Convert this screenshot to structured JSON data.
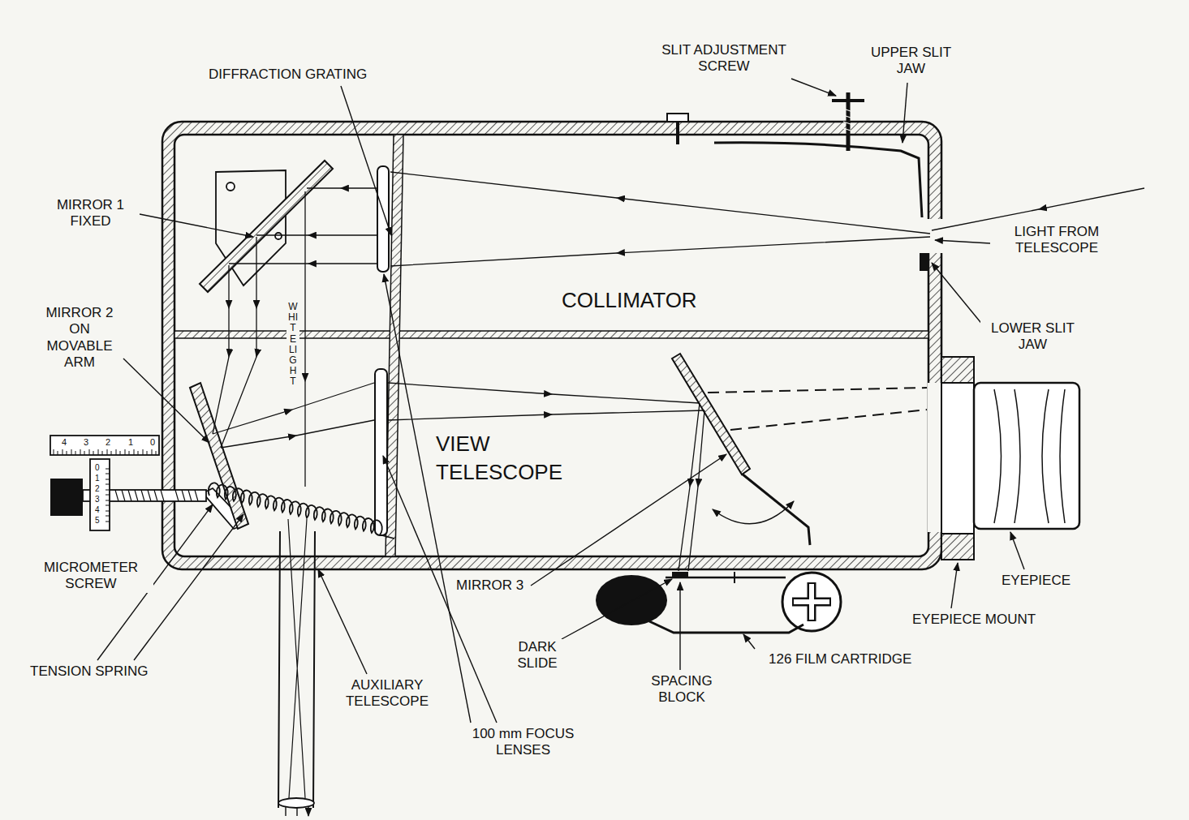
{
  "diagram": {
    "labels": [
      "DIFFRACTION GRATING",
      "SLIT ADJUSTMENT SCREW",
      "UPPER SLIT JAW",
      "MIRROR 1 FIXED",
      "LIGHT FROM TELESCOPE",
      "COLLIMATOR",
      "MIRROR 2 ON MOVABLE ARM",
      "WHITE LIGHT",
      "LOWER SLIT JAW",
      "VIEW TELESCOPE",
      "4",
      "3",
      "2",
      "1",
      "0",
      "0",
      "1",
      "2",
      "3",
      "4",
      "5",
      "MICROMETER SCREW",
      "EYEPIECE",
      "MIRROR 3",
      "EYEPIECE MOUNT",
      "TENSION SPRING",
      "AUXILIARY TELESCOPE",
      "DARK SLIDE",
      "SPACING BLOCK",
      "126 FILM CARTRIDGE",
      "100 mm FOCUS LENSES"
    ]
  }
}
